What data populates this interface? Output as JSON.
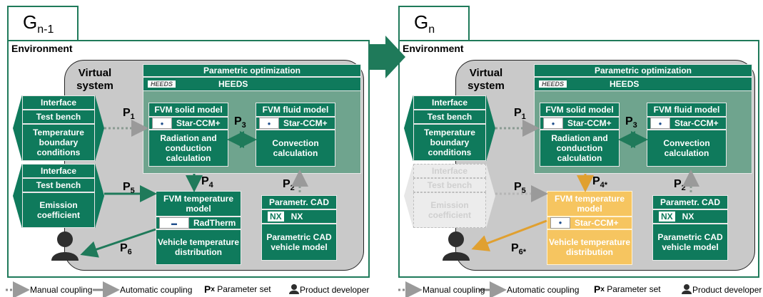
{
  "colors": {
    "primary": "#0f7a5c",
    "inner": "#6fa48e",
    "highlight": "#f6c560",
    "faded": "#ececec",
    "user": "#2e2e2e"
  },
  "panels": [
    {
      "gen_base": "G",
      "gen_sub": "n-1",
      "environment": "Environment",
      "virtual_system": "Virtual system",
      "param_opt": "Parametric optimization",
      "heeds_logo": "HEEDS",
      "heeds": "HEEDS",
      "fvm_solid": "FVM solid model",
      "starccm_a": "Star-CCM+",
      "radiation": "Radiation and conduction calculation",
      "fvm_fluid": "FVM fluid model",
      "starccm_b": "Star-CCM+",
      "convection": "Convection calculation",
      "iface1": [
        "Interface",
        "Test bench",
        "Temperature boundary conditions"
      ],
      "iface2": [
        "Interface",
        "Test bench",
        "Emission coefficient"
      ],
      "fvm_temp": "FVM temperature model",
      "temp_tool": "RadTherm",
      "vehicle_temp": "Vehicle temperature distribution",
      "param_cad": "Parametr. CAD",
      "nx_logo": "NX",
      "nx": "NX",
      "param_cad_vehicle": "Parametric CAD vehicle model",
      "p1": "1",
      "p2": "2",
      "p3": "3",
      "p4": "4",
      "p5": "5",
      "p6": "6"
    },
    {
      "gen_base": "G",
      "gen_sub": "n",
      "environment": "Environment",
      "virtual_system": "Virtual system",
      "param_opt": "Parametric optimization",
      "heeds_logo": "HEEDS",
      "heeds": "HEEDS",
      "fvm_solid": "FVM solid model",
      "starccm_a": "Star-CCM+",
      "radiation": "Radiation and conduction calculation",
      "fvm_fluid": "FVM fluid model",
      "starccm_b": "Star-CCM+",
      "convection": "Convection calculation",
      "iface1": [
        "Interface",
        "Test bench",
        "Temperature boundary conditions"
      ],
      "iface2": [
        "Interface",
        "Test bench",
        "Emission coefficient"
      ],
      "fvm_temp": "FVM temperature model",
      "temp_tool": "Star-CCM+",
      "vehicle_temp": "Vehicle temperature distribution",
      "param_cad": "Parametr. CAD",
      "nx_logo": "NX",
      "nx": "NX",
      "param_cad_vehicle": "Parametric CAD vehicle model",
      "p1": "1",
      "p2": "2",
      "p3": "3",
      "p4": "4*",
      "p5": "5",
      "p6": "6*"
    }
  ],
  "legend": [
    {
      "symbol": "dotted-arrow",
      "label": "Manual coupling"
    },
    {
      "symbol": "solid-arrow",
      "label": "Automatic coupling"
    },
    {
      "symbol": "P",
      "sub": "x",
      "label": "Parameter set"
    },
    {
      "symbol": "user-icon",
      "label": "Product developer"
    }
  ]
}
